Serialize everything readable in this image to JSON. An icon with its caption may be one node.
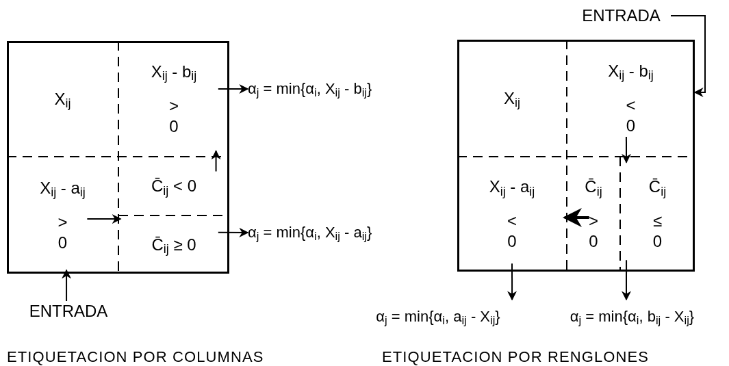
{
  "diagram": {
    "nodes": [
      {
        "text": [],
        "shape": "box"
      },
      {
        "text": [
          "X$_{ij}$"
        ],
        "in": 0
      },
      {
        "text": [
          "X$_{ij}$ - b$_{ij}$",
          "> 0"
        ],
        "in": 0
      },
      {
        "text": [
          "X$_{ij}$ - a$_{ij}$",
          "> 0"
        ],
        "in": 0
      },
      {
        "text": [
          "C̄$_{ij}$ < 0"
        ],
        "in": 0
      },
      {
        "text": [
          "C̄$_{ij}$ ≥ 0"
        ],
        "in": 0
      },
      {
        "text": [
          "ENTRADA"
        ]
      },
      {
        "text": [
          "α$_{j}$ = min{α$_{i}$, X$_{ij}$ - b$_{ij}$}"
        ]
      },
      {
        "text": [
          "α$_{j}$ = min{α$_{i}$, X$_{ij}$ - a$_{ij}$}"
        ]
      },
      {
        "text": [],
        "shape": "box"
      },
      {
        "text": [
          "X$_{ij}$"
        ],
        "in": 9
      },
      {
        "text": [
          "X$_{ij}$ - b$_{ij}$",
          "< 0"
        ],
        "in": 9
      },
      {
        "text": [
          "X$_{ij}$ - a$_{ij}$",
          "< 0"
        ],
        "in": 9
      },
      {
        "text": [
          "C̄$_{ij}$",
          "> 0"
        ],
        "in": 9
      },
      {
        "text": [
          "C̄$_{ij}$",
          "≤ 0"
        ],
        "in": 9
      },
      {
        "text": [
          "ENTRADA"
        ]
      },
      {
        "text": [
          "α$_{j}$ = min{α$_{i}$, a$_{ij}$ - X$_{ij}$}"
        ]
      },
      {
        "text": [
          "α$_{j}$ = min{α$_{i}$, b$_{ij}$ - X$_{ij}$}"
        ]
      }
    ],
    "edges": [
      {
        "from": 6,
        "to": 3,
        "arrow": "to"
      },
      {
        "from": 3,
        "to": 5,
        "arrow": "to"
      },
      {
        "from": 4,
        "to": 2,
        "arrow": "to"
      },
      {
        "from": 2,
        "to": 7,
        "arrow": "to"
      },
      {
        "from": 5,
        "to": 8,
        "arrow": "to"
      },
      {
        "from": 15,
        "to": 11,
        "arrow": "to"
      },
      {
        "from": 11,
        "to": 14,
        "arrow": "to"
      },
      {
        "from": 13,
        "to": 12,
        "arrow": "to",
        "style": "thick"
      },
      {
        "from": 12,
        "to": 16,
        "arrow": "to"
      },
      {
        "from": 14,
        "to": 17,
        "arrow": "to"
      }
    ],
    "labels": [
      "ETIQUETACION POR COLUMNAS",
      "ETIQUETACION POR RENGLONES"
    ]
  }
}
